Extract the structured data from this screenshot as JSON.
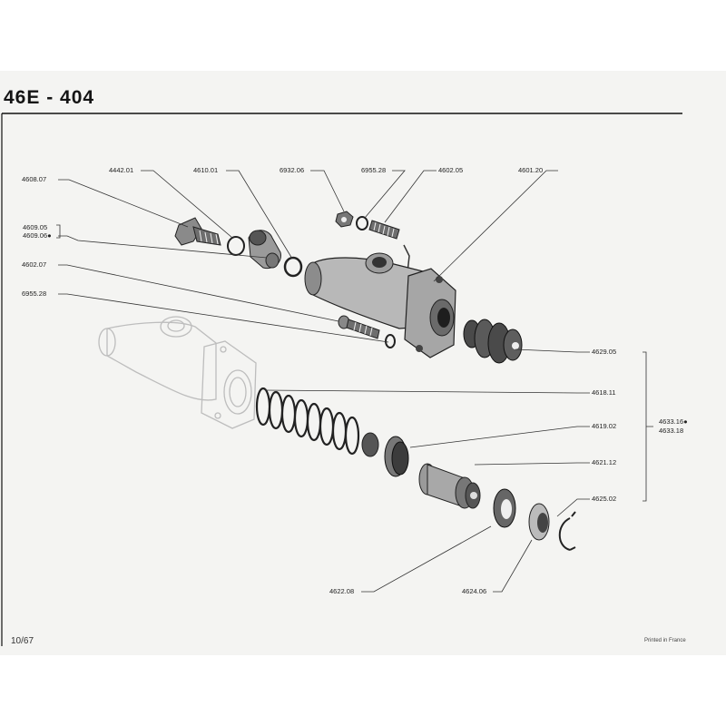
{
  "header": {
    "title": "46E - 404"
  },
  "footer": {
    "sheet_number": "10/67",
    "printed_note": "Printed in France"
  },
  "part_refs": {
    "r4608_07": "4608.07",
    "r4442_01": "4442.01",
    "r4610_01": "4610.01",
    "r6932_06": "6932.06",
    "r6955_28_top": "6955.28",
    "r4602_05": "4602.05",
    "r4601_20": "4601.20",
    "r4609_05": "4609.05",
    "r4609_06": "4609.06●",
    "r4602_07": "4602.07",
    "r6955_28_left": "6955.28",
    "r4629_05": "4629.05",
    "r4618_11": "4618.11",
    "r4619_02": "4619.02",
    "r4633_16": "4633.16●",
    "r4633_18": "4633.18",
    "r4621_12": "4621.12",
    "r4625_02": "4625.02",
    "r4622_08": "4622.08",
    "r4624_06": "4624.06"
  }
}
